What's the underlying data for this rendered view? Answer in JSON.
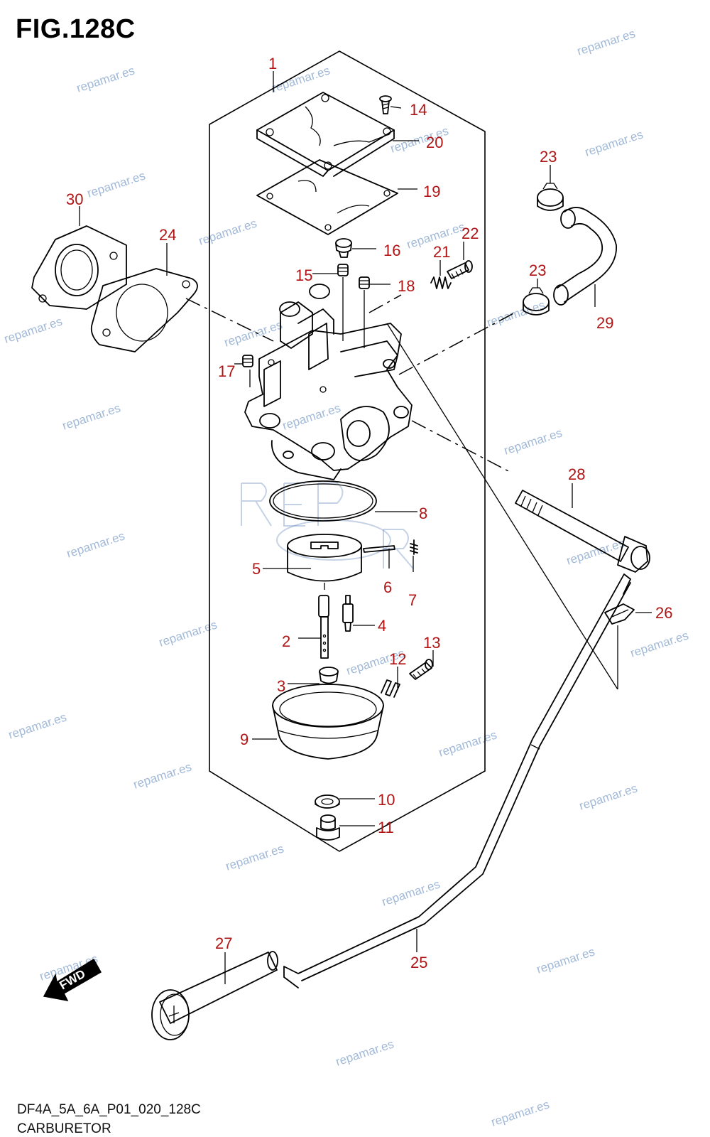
{
  "figure": {
    "title": "FIG.128C",
    "model_code": "DF4A_5A_6A_P01_020_128C",
    "section_name": "CARBURETOR"
  },
  "watermark": "repamar.es",
  "fwd_label": "FWD",
  "callouts": [
    {
      "id": "1",
      "label": "1"
    },
    {
      "id": "2",
      "label": "2"
    },
    {
      "id": "3",
      "label": "3"
    },
    {
      "id": "4",
      "label": "4"
    },
    {
      "id": "5",
      "label": "5"
    },
    {
      "id": "6",
      "label": "6"
    },
    {
      "id": "7",
      "label": "7"
    },
    {
      "id": "8",
      "label": "8"
    },
    {
      "id": "9",
      "label": "9"
    },
    {
      "id": "10",
      "label": "10"
    },
    {
      "id": "11",
      "label": "11"
    },
    {
      "id": "12",
      "label": "12"
    },
    {
      "id": "13",
      "label": "13"
    },
    {
      "id": "14",
      "label": "14"
    },
    {
      "id": "15",
      "label": "15"
    },
    {
      "id": "16",
      "label": "16"
    },
    {
      "id": "17",
      "label": "17"
    },
    {
      "id": "18",
      "label": "18"
    },
    {
      "id": "19",
      "label": "19"
    },
    {
      "id": "20",
      "label": "20"
    },
    {
      "id": "21",
      "label": "21"
    },
    {
      "id": "22",
      "label": "22"
    },
    {
      "id": "23a",
      "label": "23"
    },
    {
      "id": "23b",
      "label": "23"
    },
    {
      "id": "24",
      "label": "24"
    },
    {
      "id": "25",
      "label": "25"
    },
    {
      "id": "26",
      "label": "26"
    },
    {
      "id": "27",
      "label": "27"
    },
    {
      "id": "28",
      "label": "28"
    },
    {
      "id": "29",
      "label": "29"
    },
    {
      "id": "30",
      "label": "30"
    }
  ],
  "colors": {
    "callout": "#b01515",
    "watermark": "#7a9cc8",
    "line": "#000000"
  }
}
